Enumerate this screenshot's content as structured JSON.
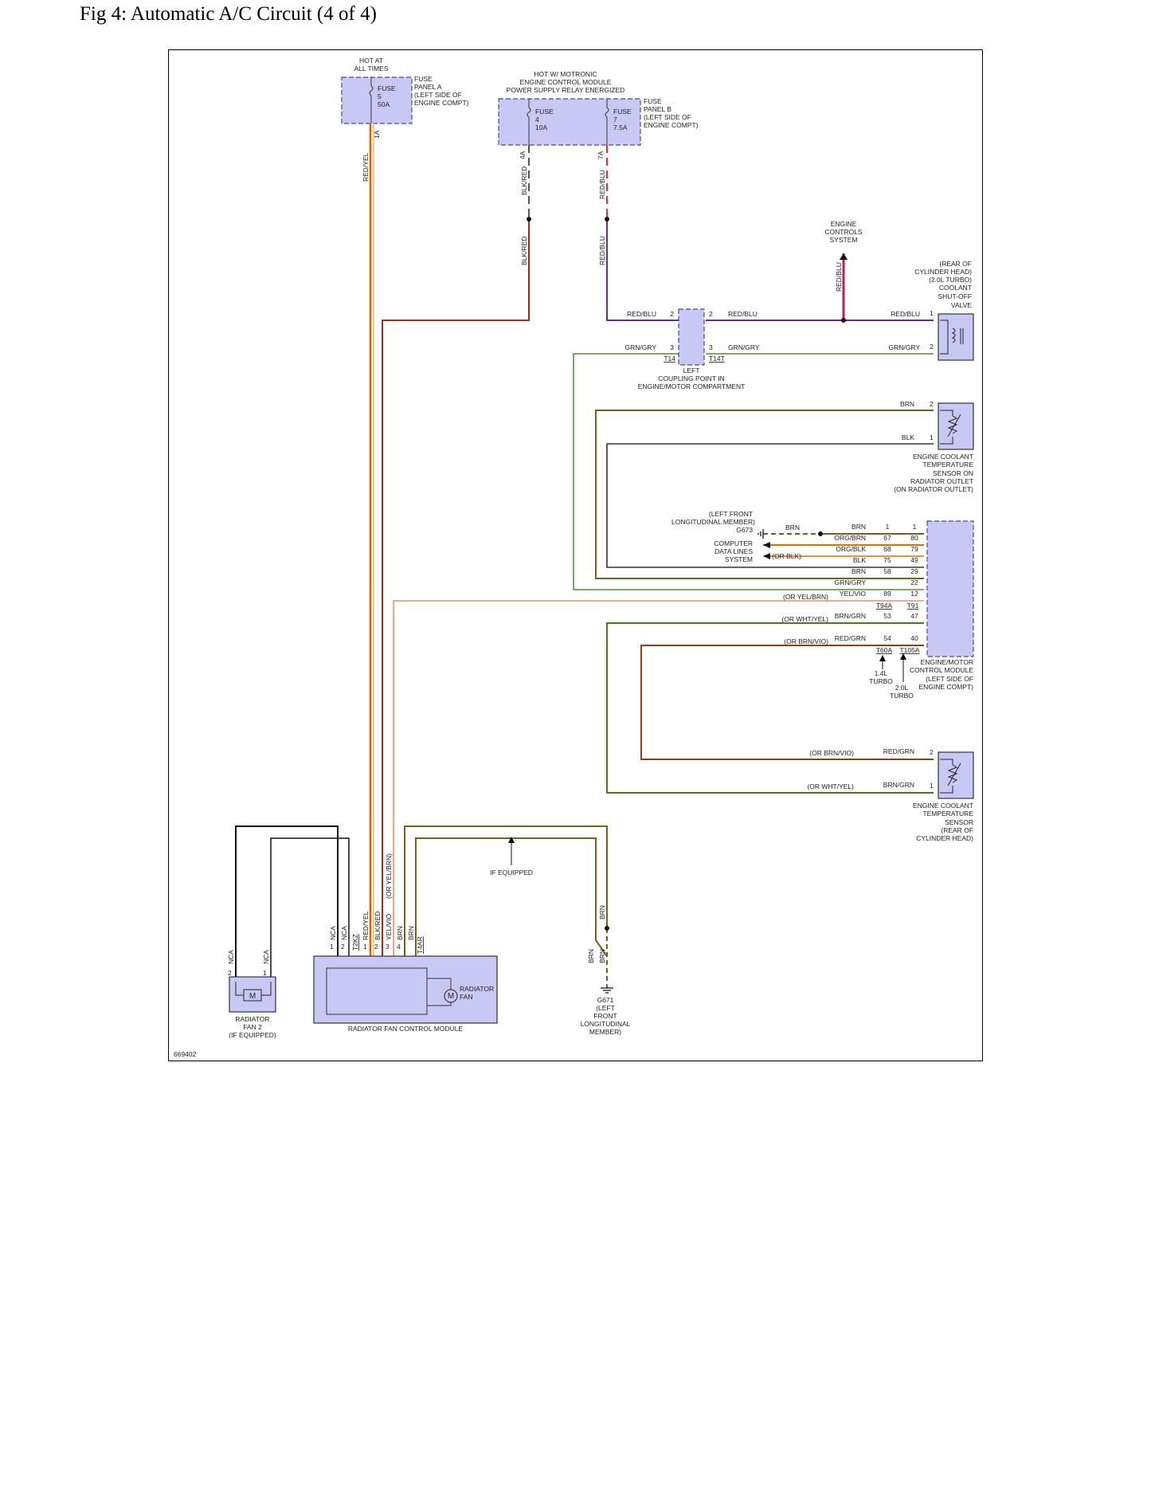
{
  "title": "Fig 4: Automatic A/C Circuit (4 of 4)",
  "figure_id": "669402",
  "colors": {
    "red_yel_a": "#e05a00",
    "red_yel_b": "#f3d070",
    "blk_red": "#9a3020",
    "red_blu": "#6a2a90",
    "red_blu_dash": "#e03040",
    "grn_gry": "#6aa050",
    "brn": "#7a6020",
    "blk": "#333333",
    "yel_vio": "#f09060",
    "org": "#e07000",
    "brn_grn": "#4a7a20",
    "red_grn": "#8a4020",
    "component_fill": "#c8c8f5"
  },
  "fuse_a": {
    "hot": [
      "HOT AT",
      "ALL TIMES"
    ],
    "fuse": [
      "FUSE",
      "5",
      "50A"
    ],
    "panel": [
      "FUSE",
      "PANEL A",
      "(LEFT SIDE OF",
      "ENGINE COMPT)"
    ],
    "terminal": "1A"
  },
  "fuse_b": {
    "hot": [
      "HOT W/ MOTRONIC",
      "ENGINE CONTROL MODULE",
      "POWER SUPPLY RELAY ENERGIZED"
    ],
    "fuse4": [
      "FUSE",
      "4",
      "10A"
    ],
    "fuse7": [
      "FUSE",
      "7",
      "7.5A"
    ],
    "panel": [
      "FUSE",
      "PANEL B",
      "(LEFT SIDE OF",
      "ENGINE COMPT)"
    ],
    "pin4": "4A",
    "pin7": "7A"
  },
  "wires": {
    "red_yel": "RED/YEL",
    "blk_red": "BLK/RED",
    "red_blu": "RED/BLU",
    "grn_gry": "GRN/GRY",
    "brn": "BRN",
    "blk": "BLK",
    "org_brn": "ORG/BRN",
    "org_blk": "ORG/BLK",
    "yel_vio": "YEL/VIO",
    "brn_grn": "BRN/GRN",
    "red_grn": "RED/GRN",
    "nca": "NCA"
  },
  "alternates": {
    "or_blk": "(OR BLK)",
    "or_yel_brn": "(OR YEL/BRN)",
    "or_wht_yel": "(OR WHT/YEL)",
    "or_brn_vio": "(OR BRN/VIO)"
  },
  "coupling": {
    "label": [
      "LEFT",
      "COUPLING POINT IN",
      "ENGINE/MOTOR COMPARTMENT"
    ],
    "left_id": "T14",
    "right_id": "T14T",
    "pin2": "2",
    "pin3": "3"
  },
  "engine_controls": [
    "ENGINE",
    "CONTROLS",
    "SYSTEM"
  ],
  "valve": {
    "label": [
      "(REAR OF",
      "CYLINDER HEAD)",
      "(2.0L TURBO)",
      "COOLANT",
      "SHUT-OFF",
      "VALVE"
    ],
    "pin1": "1",
    "pin2": "2"
  },
  "sensor_outlet": {
    "label": [
      "ENGINE COOLANT",
      "TEMPERATURE",
      "SENSOR ON",
      "RADIATOR OUTLET",
      "(ON RADIATOR OUTLET)"
    ],
    "pin1": "1",
    "pin2": "2"
  },
  "ground_g673": {
    "label": [
      "(LEFT FRONT",
      "LONGITUDINAL MEMBER)",
      "G673"
    ]
  },
  "data_lines": [
    "COMPUTER",
    "DATA LINES",
    "SYSTEM"
  ],
  "ecm": {
    "label": [
      "ENGINE/MOTOR",
      "CONTROL MODULE",
      "(LEFT SIDE OF",
      "ENGINE COMPT)"
    ],
    "rows": [
      {
        "wire": "BRN",
        "a": "1",
        "b": "1"
      },
      {
        "wire": "ORG/BRN",
        "a": "67",
        "b": "80"
      },
      {
        "wire": "ORG/BLK",
        "a": "68",
        "b": "79"
      },
      {
        "wire": "BLK",
        "a": "75",
        "b": "49"
      },
      {
        "wire": "BRN",
        "a": "58",
        "b": "29"
      },
      {
        "wire": "GRN/GRY",
        "a": "",
        "b": "22"
      },
      {
        "wire": "YEL/VIO",
        "a": "89",
        "b": "12"
      },
      {
        "wire": "BRN/GRN",
        "a": "53",
        "b": "47"
      },
      {
        "wire": "RED/GRN",
        "a": "54",
        "b": "40"
      }
    ],
    "conn_top_a": "T94A",
    "conn_top_b": "T91",
    "conn_bot_a": "T60A",
    "conn_bot_b": "T105A",
    "turbo14": [
      "1.4L",
      "TURBO"
    ],
    "turbo20": [
      "2.0L",
      "TURBO"
    ]
  },
  "sensor_head": {
    "label": [
      "ENGINE COOLANT",
      "TEMPERATURE",
      "SENSOR",
      "(REAR OF",
      "CYLINDER HEAD)"
    ],
    "pin1": "1",
    "pin2": "2"
  },
  "if_equipped": "IF EQUIPPED",
  "fan_module": {
    "label": "RADIATOR FAN CONTROL MODULE",
    "fan": [
      "RADIATOR",
      "FAN"
    ],
    "conn": "T2KZ",
    "conn2": "T4AR",
    "pins": [
      "1",
      "2",
      "1",
      "2",
      "3",
      "4"
    ]
  },
  "fan2": {
    "label": [
      "RADIATOR",
      "FAN 2",
      "(IF EQUIPPED)"
    ],
    "pin2": "2",
    "pin1": "1"
  },
  "ground_g671": {
    "label": [
      "G671",
      "(LEFT",
      "FRONT",
      "LONGITUDINAL",
      "MEMBER)"
    ]
  }
}
